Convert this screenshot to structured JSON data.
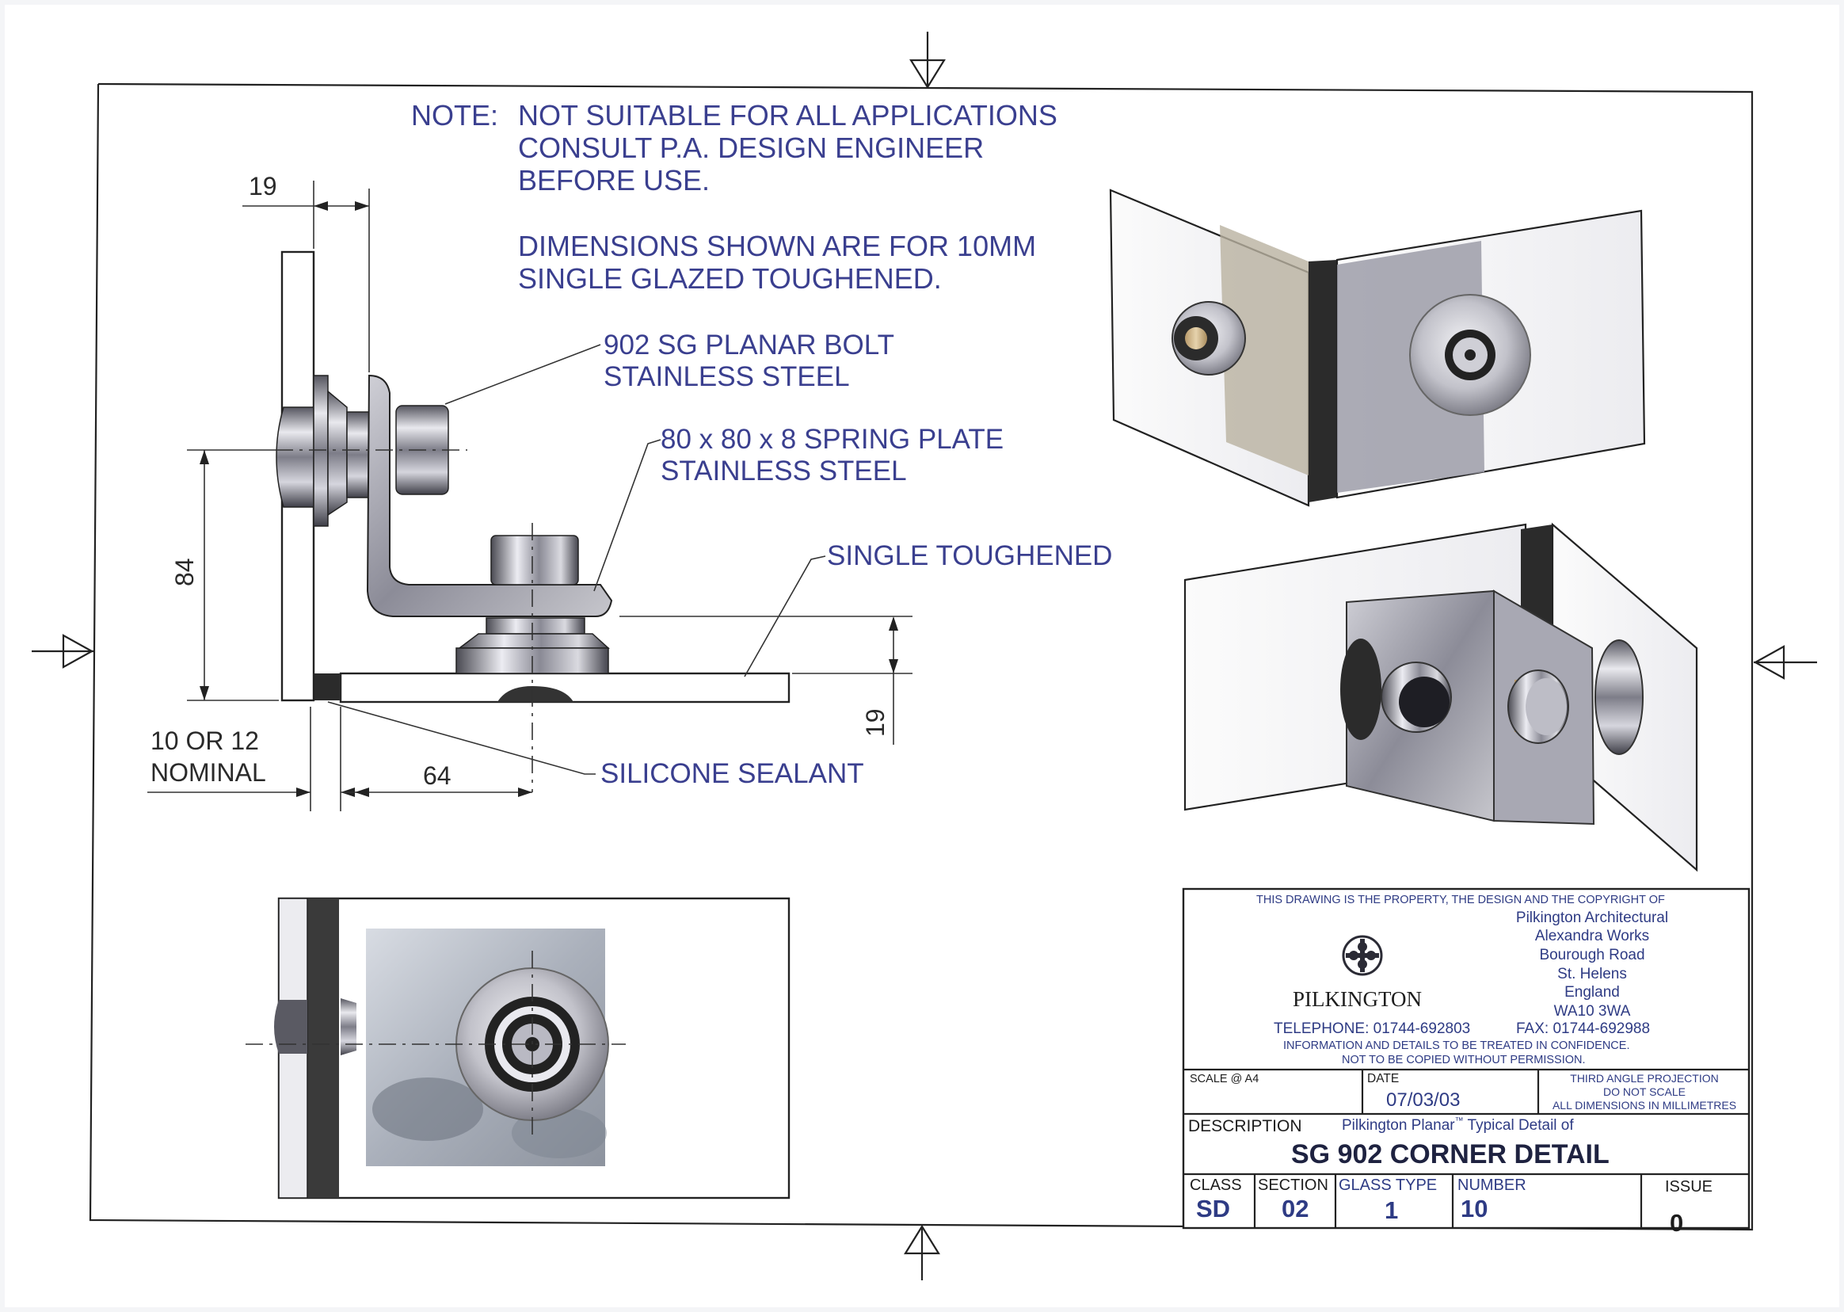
{
  "notes": {
    "note_label": "NOTE:",
    "note_lines": [
      "NOT SUITABLE FOR ALL APPLICATIONS",
      "CONSULT P.A. DESIGN ENGINEER",
      "BEFORE USE."
    ],
    "dims_lines": [
      "DIMENSIONS SHOWN ARE FOR 10MM",
      "SINGLE GLAZED TOUGHENED."
    ]
  },
  "labels": {
    "bolt": [
      "902 SG PLANAR BOLT",
      "STAINLESS STEEL"
    ],
    "plate": [
      "80 x 80 x 8 SPRING PLATE",
      "STAINLESS STEEL"
    ],
    "glass": "SINGLE TOUGHENED",
    "sealant": "SILICONE SEALANT"
  },
  "dimensions": {
    "d19_top": "19",
    "d84": "84",
    "d10_12": [
      "10 OR 12",
      "NOMINAL"
    ],
    "d64": "64",
    "d19_right": "19"
  },
  "title_block": {
    "property_line": "THIS DRAWING IS THE PROPERTY, THE DESIGN AND THE COPYRIGHT OF",
    "address": [
      "Pilkington Architectural",
      "Alexandra Works",
      "Bourough Road",
      "St. Helens",
      "England",
      "WA10 3WA"
    ],
    "company_logo_text": "PILKINGTON",
    "telephone": "TELEPHONE:  01744-692803",
    "fax": "FAX:  01744-692988",
    "confidential": [
      "INFORMATION AND DETAILS TO BE TREATED IN CONFIDENCE.",
      "NOT TO BE COPIED WITHOUT PERMISSION."
    ],
    "scale_label": "SCALE @ A4",
    "date_label": "DATE",
    "date_value": "07/03/03",
    "projection": [
      "THIRD ANGLE PROJECTION",
      "DO NOT SCALE",
      "ALL DIMENSIONS IN MILLIMETRES"
    ],
    "description_label": "DESCRIPTION",
    "description_sub_pre": "Pilkington Planar",
    "description_sub_tm": "™",
    "description_sub_post": " Typical Detail of",
    "description_title": "SG 902 CORNER DETAIL",
    "class_label": "CLASS",
    "class_value": "SD",
    "section_label": "SECTION",
    "section_value": "02",
    "glass_type_label": "GLASS TYPE",
    "glass_type_value": "1",
    "number_label": "NUMBER",
    "number_value": "10",
    "issue_label": "ISSUE",
    "issue_value": "0"
  },
  "colors": {
    "annotation_text": "#3a3f8f",
    "titleblock_text": "#2e3b84",
    "paper": "#ffffff",
    "glass_fill": "#f7f7f7",
    "steel": "#9a9aa6",
    "sealant": "#2b2b2b"
  }
}
